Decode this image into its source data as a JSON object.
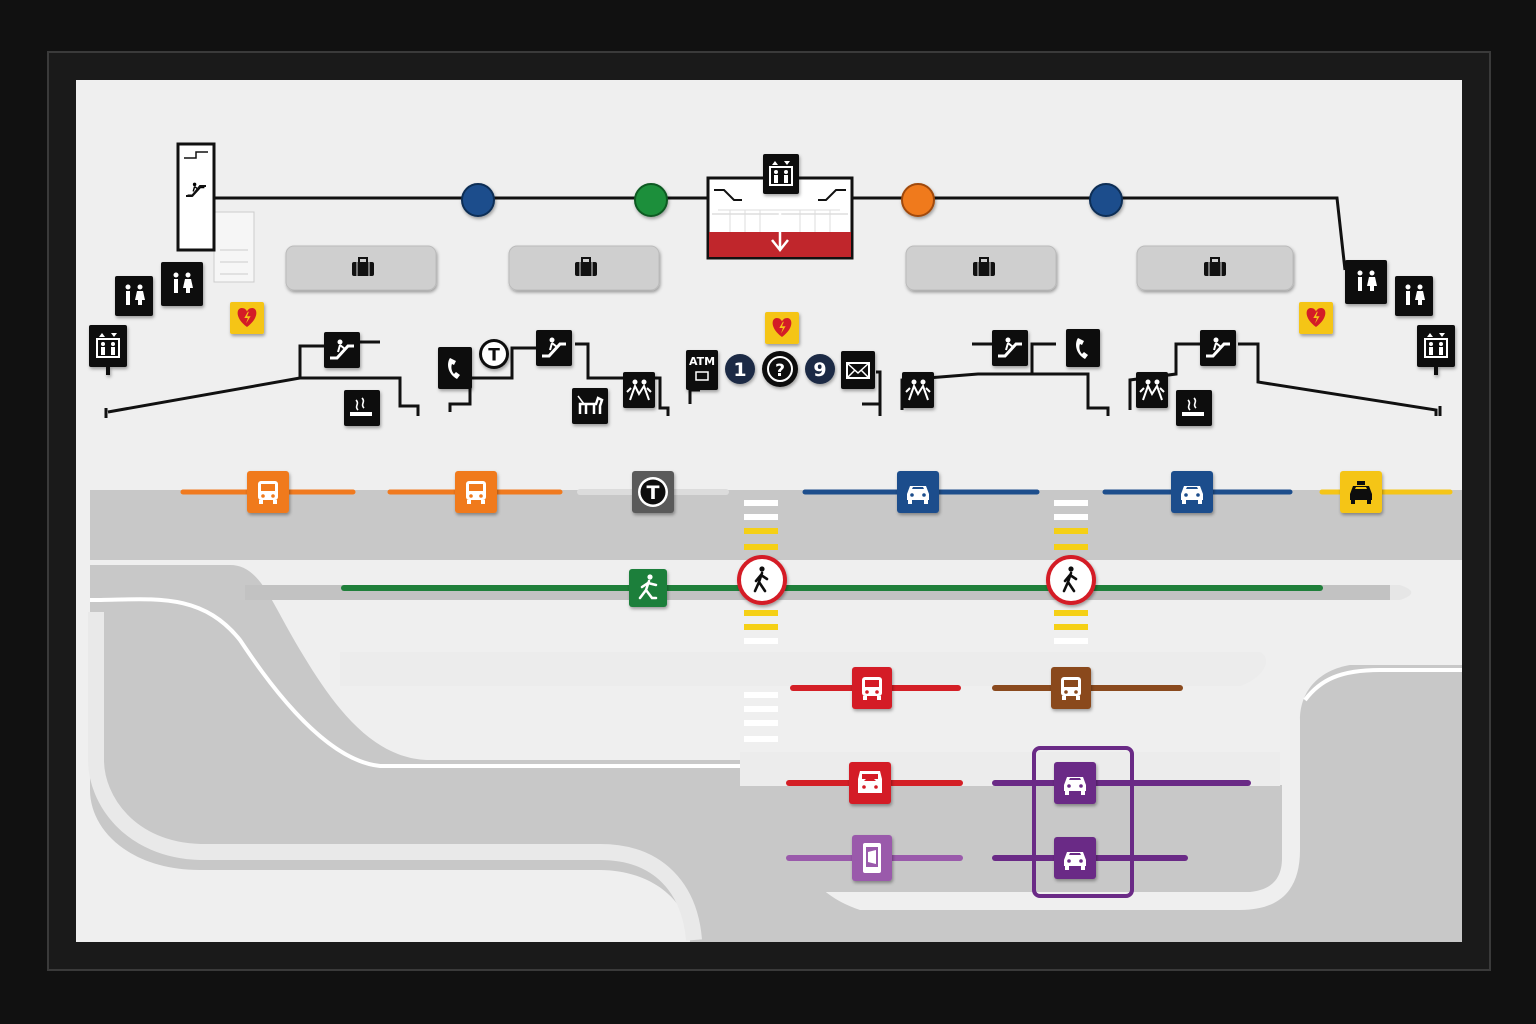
{
  "labels": {
    "atm": "ATM",
    "info_left_number": "1",
    "info_right_number": "9",
    "info_question": "?",
    "transit_t": "T",
    "aed_symbol": "⚡"
  },
  "colors": {
    "frame": "#111111",
    "background": "#efefef",
    "road": "#c8c8c8",
    "island": "#efefef",
    "orange": "#f07a1f",
    "blue": "#1d4e8c",
    "green": "#1f7f3a",
    "yellow": "#f5c518",
    "red": "#d41f26",
    "brown": "#8a4a1e",
    "purple": "#6a2a86",
    "light_purple": "#9a5aab",
    "gray_t": "#5a5a5a",
    "crosswalk": "#f5d016",
    "elevator_red": "#c0262c"
  },
  "upper_level": {
    "gate_dots": [
      "blue",
      "green",
      "orange",
      "blue"
    ],
    "baggage_claims": [
      "luggage-icon",
      "luggage-icon",
      "luggage-icon",
      "luggage-icon"
    ],
    "facilities_left": [
      "restroom-icon",
      "family-restroom-icon",
      "elevator-icon",
      "aed-icon"
    ],
    "facilities_right": [
      "family-restroom-icon",
      "restroom-icon",
      "elevator-icon",
      "aed-icon"
    ],
    "center": [
      "elevator-icon",
      "escalator-icon",
      "aed-icon",
      "atm-icon",
      "information-icon",
      "mail-icon"
    ]
  },
  "curb_signs": {
    "row1": [
      {
        "icon": "bus-icon",
        "color": "orange"
      },
      {
        "icon": "bus-icon",
        "color": "orange"
      },
      {
        "icon": "subway-t-icon",
        "color": "gray_t"
      },
      {
        "icon": "taxi-icon",
        "color": "blue"
      },
      {
        "icon": "taxi-icon",
        "color": "blue"
      },
      {
        "icon": "taxi-icon",
        "color": "yellow"
      }
    ],
    "row2": [
      {
        "icon": "pedestrian-icon",
        "color": "green"
      },
      {
        "icon": "no-pedestrian-icon",
        "color": "red"
      },
      {
        "icon": "no-pedestrian-icon",
        "color": "red"
      }
    ],
    "row3": [
      {
        "icon": "bus-icon",
        "color": "red"
      },
      {
        "icon": "bus-icon",
        "color": "brown"
      }
    ],
    "row4": [
      {
        "icon": "shuttle-icon",
        "color": "red"
      },
      {
        "icon": "car-icon",
        "color": "purple"
      }
    ],
    "row5": [
      {
        "icon": "phone-rideshare-icon",
        "color": "light_purple"
      },
      {
        "icon": "car-icon",
        "color": "purple"
      }
    ]
  }
}
